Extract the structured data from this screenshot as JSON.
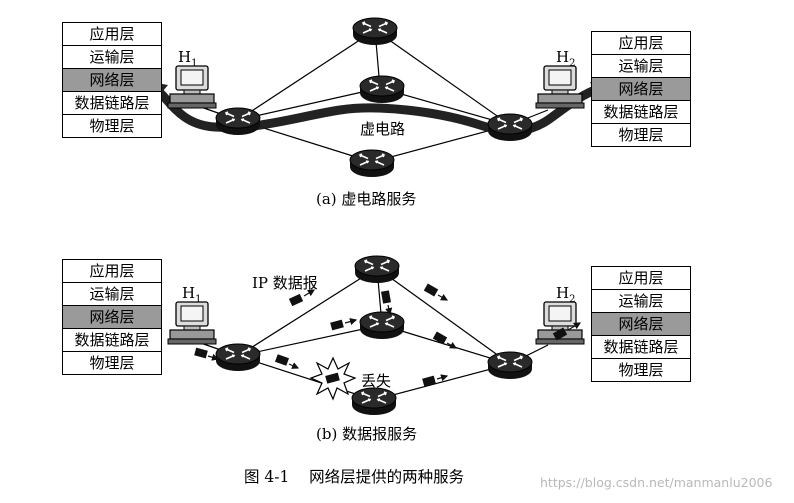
{
  "figure": {
    "caption": "图 4-1    网络层提供的两种服务",
    "watermark": "https://blog.csdn.net/manmanlu2006"
  },
  "layers": [
    "应用层",
    "运输层",
    "网络层",
    "数据链路层",
    "物理层"
  ],
  "highlighted_layer": "网络层",
  "hosts": {
    "h1": "H",
    "h2": "H",
    "h1_sub": "1",
    "h2_sub": "2"
  },
  "panel_a": {
    "caption": "(a) 虚电路服务",
    "path_label": "虚电路"
  },
  "panel_b": {
    "caption": "(b) 数据报服务",
    "packet_label": "IP 数据报",
    "lost_label": "丢失"
  },
  "colors": {
    "highlight": "#9a9a9a",
    "line": "#000000",
    "router": "#1a1a1a"
  },
  "icons": [
    "router-icon",
    "host-computer-icon",
    "explosion-icon",
    "datagram-packet-icon"
  ]
}
